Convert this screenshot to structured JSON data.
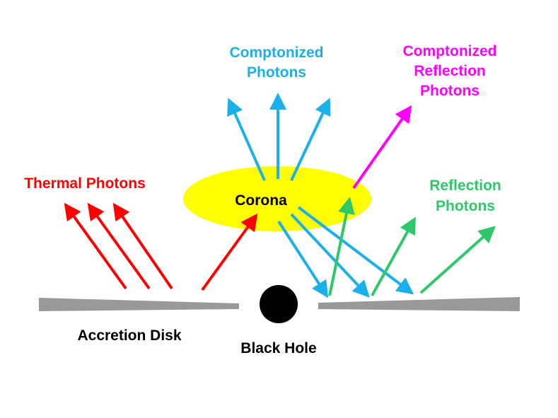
{
  "labels": {
    "thermal": "Thermal Photons",
    "comptonized_line1": "Comptonized",
    "comptonized_line2": "Photons",
    "comptonized_reflection_line1": "Comptonized",
    "comptonized_reflection_line2": "Reflection",
    "comptonized_reflection_line3": "Photons",
    "reflection_line1": "Reflection",
    "reflection_line2": "Photons",
    "corona": "Corona",
    "accretion_disk": "Accretion Disk",
    "black_hole": "Black Hole"
  },
  "colors": {
    "thermal": "#ff0000",
    "comptonized": "#1ab0ea",
    "comptonized_reflection": "#ff00ff",
    "reflection": "#2ec86a",
    "corona": "#ffff00",
    "disk": "#999999",
    "black_hole": "#000000",
    "text": "#000000"
  }
}
